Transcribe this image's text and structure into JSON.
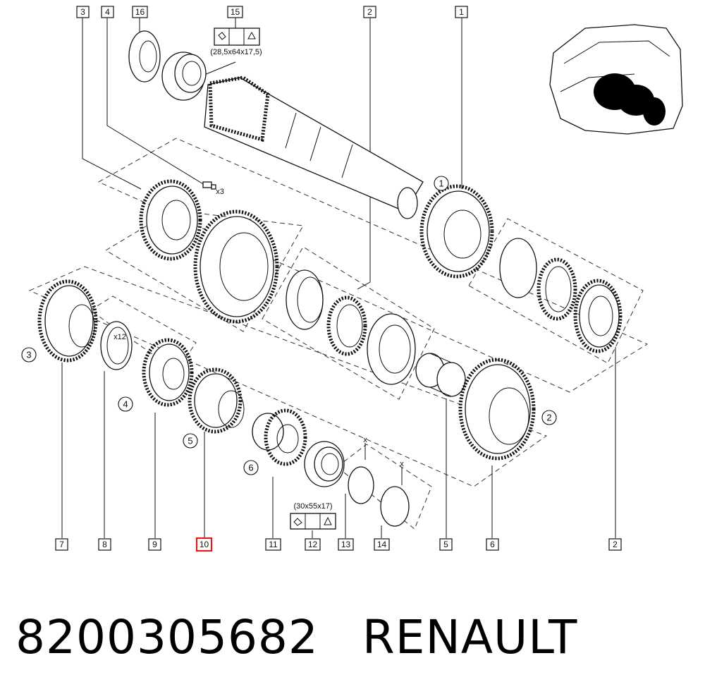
{
  "callouts_top": [
    "3",
    "4",
    "16",
    "15",
    "2",
    "1"
  ],
  "callouts_bottom": [
    "7",
    "8",
    "9",
    "10",
    "11",
    "12",
    "13",
    "14",
    "5",
    "6",
    "2"
  ],
  "highlighted_callout": "10",
  "circle_labels": [
    "1",
    "2",
    "3",
    "4",
    "5",
    "6"
  ],
  "annotations": {
    "bearing_top_size": "(28,5x64x17,5)",
    "bearing_bottom_size": "(30x55x17)",
    "qty_x3": "x3",
    "qty_x12": "x12",
    "clip_x_1": "x",
    "clip_x_2": "x"
  },
  "footer": {
    "part_number": "8200305682",
    "brand": "RENAULT"
  },
  "colors": {
    "highlight": "#e21b1b",
    "ink": "#111111"
  }
}
